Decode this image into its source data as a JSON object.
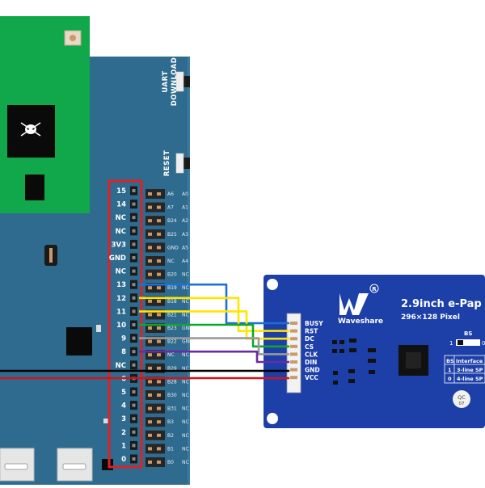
{
  "board": {
    "buttons": {
      "uart_download": "UART DOWNLOAD",
      "reset": "RESET"
    },
    "header_pins": [
      "15",
      "14",
      "NC",
      "NC",
      "3V3",
      "GND",
      "NC",
      "13",
      "12",
      "11",
      "10",
      "9",
      "8",
      "NC",
      "6",
      "5",
      "4",
      "3",
      "2",
      "1",
      "0"
    ],
    "inner_pin_labels": [
      {
        "a": "A6",
        "b": "A0"
      },
      {
        "a": "A7",
        "b": "A1"
      },
      {
        "a": "B24",
        "b": "A2"
      },
      {
        "a": "B25",
        "b": "A3"
      },
      {
        "a": "GND",
        "b": "A5"
      },
      {
        "a": "NC",
        "b": "A4"
      },
      {
        "a": "B20",
        "b": "NC"
      },
      {
        "a": "B19",
        "b": "NC"
      },
      {
        "a": "B18",
        "b": "NC"
      },
      {
        "a": "B21",
        "b": "NC"
      },
      {
        "a": "B23",
        "b": "GND"
      },
      {
        "a": "B22",
        "b": "GND"
      },
      {
        "a": "NC",
        "b": "NC"
      },
      {
        "a": "B29",
        "b": "NC"
      },
      {
        "a": "B28",
        "b": "NC"
      },
      {
        "a": "B30",
        "b": "NC"
      },
      {
        "a": "B31",
        "b": "NC"
      },
      {
        "a": "B3",
        "b": "NC"
      },
      {
        "a": "B2",
        "b": "NC"
      },
      {
        "a": "B1",
        "b": "NC"
      },
      {
        "a": "B0",
        "b": "NC"
      }
    ]
  },
  "epaper": {
    "title": "2.9inch e-Pap",
    "subtitle": "296×128 Pixel",
    "brand": "Waveshare",
    "pins": [
      "BUSY",
      "RST",
      "DC",
      "CS",
      "CLK",
      "DIN",
      "GND",
      "VCC"
    ],
    "bs_label": "BS",
    "bs_marks": [
      "1",
      "0"
    ],
    "table": {
      "header": [
        "BS",
        "Interface"
      ],
      "rows": [
        [
          "1",
          "3-line SP"
        ],
        [
          "0",
          "4-line SP"
        ]
      ]
    },
    "qc_label": "QC",
    "qc_code": "07"
  },
  "wires": [
    {
      "from": "13",
      "to": "BUSY",
      "color": "#1f6fd6"
    },
    {
      "from": "12",
      "to": "RST",
      "color": "#ffe600"
    },
    {
      "from": "11",
      "to": "DC",
      "color": "#ffe600"
    },
    {
      "from": "10",
      "to": "CS",
      "color": "#11a52e"
    },
    {
      "from": "9",
      "to": "CLK",
      "color": "#9a9a9a"
    },
    {
      "from": "8",
      "to": "DIN",
      "color": "#6a2aa6"
    },
    {
      "from": "GND",
      "to": "GND",
      "color": "#000000"
    },
    {
      "from": "VCC",
      "to": "VCC",
      "color": "#c8171e"
    }
  ]
}
